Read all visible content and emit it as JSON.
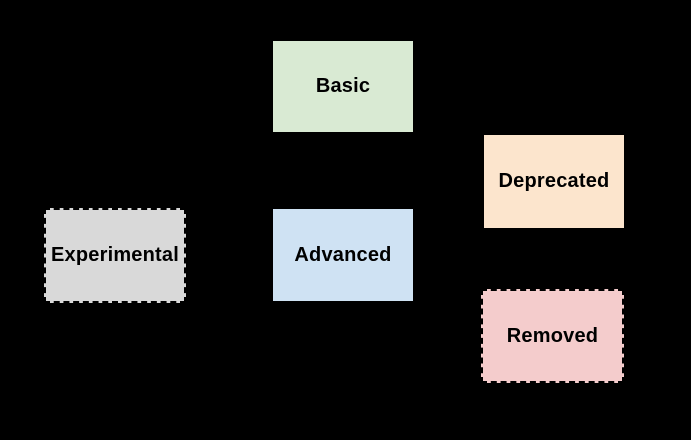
{
  "canvas": {
    "background": "#000000"
  },
  "diagram": {
    "text_color": "#000000",
    "nodes": [
      {
        "id": "basic",
        "label": "Basic",
        "fill": "#d9ead3",
        "border": "none"
      },
      {
        "id": "deprecated",
        "label": "Deprecated",
        "fill": "#fce5cd",
        "border": "none"
      },
      {
        "id": "experimental",
        "label": "Experimental",
        "fill": "#d9d9d9",
        "border": "dashed",
        "border_color": "#000000"
      },
      {
        "id": "advanced",
        "label": "Advanced",
        "fill": "#cfe2f3",
        "border": "none"
      },
      {
        "id": "removed",
        "label": "Removed",
        "fill": "#f4cccc",
        "border": "dashed",
        "border_color": "#000000"
      }
    ]
  }
}
